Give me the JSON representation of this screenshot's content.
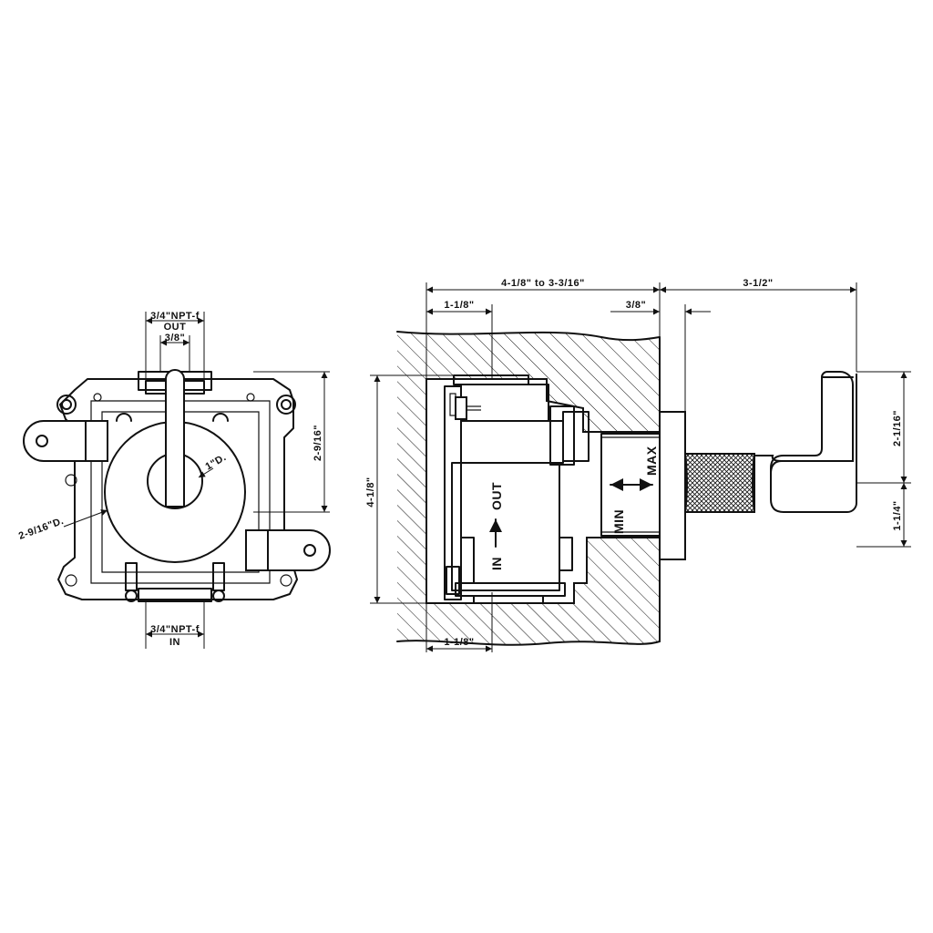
{
  "front_view": {
    "out_thread": "3/4\"NPT-f",
    "out_label": "OUT",
    "out_offset": "3/8\"",
    "height_dim": "2-9/16\"",
    "handle_dia": "1\"D.",
    "body_dia": "2-9/16\"D.",
    "in_thread": "3/4\"NPT-f",
    "in_label": "IN"
  },
  "side_view": {
    "wall_depth": "4-1/8\"  to  3-3/16\"",
    "top_offset": "1-1/8\"",
    "plate_gap": "3/8\"",
    "handle_projection": "3-1/2\"",
    "overall_height": "4-1/8\"",
    "handle_height": "2-1/16\"",
    "handle_drop": "1-1/4\"",
    "bottom_offset": "1-1/8\"",
    "flow_in": "IN",
    "flow_out": "OUT",
    "min_label": "MIN",
    "max_label": "MAX"
  }
}
